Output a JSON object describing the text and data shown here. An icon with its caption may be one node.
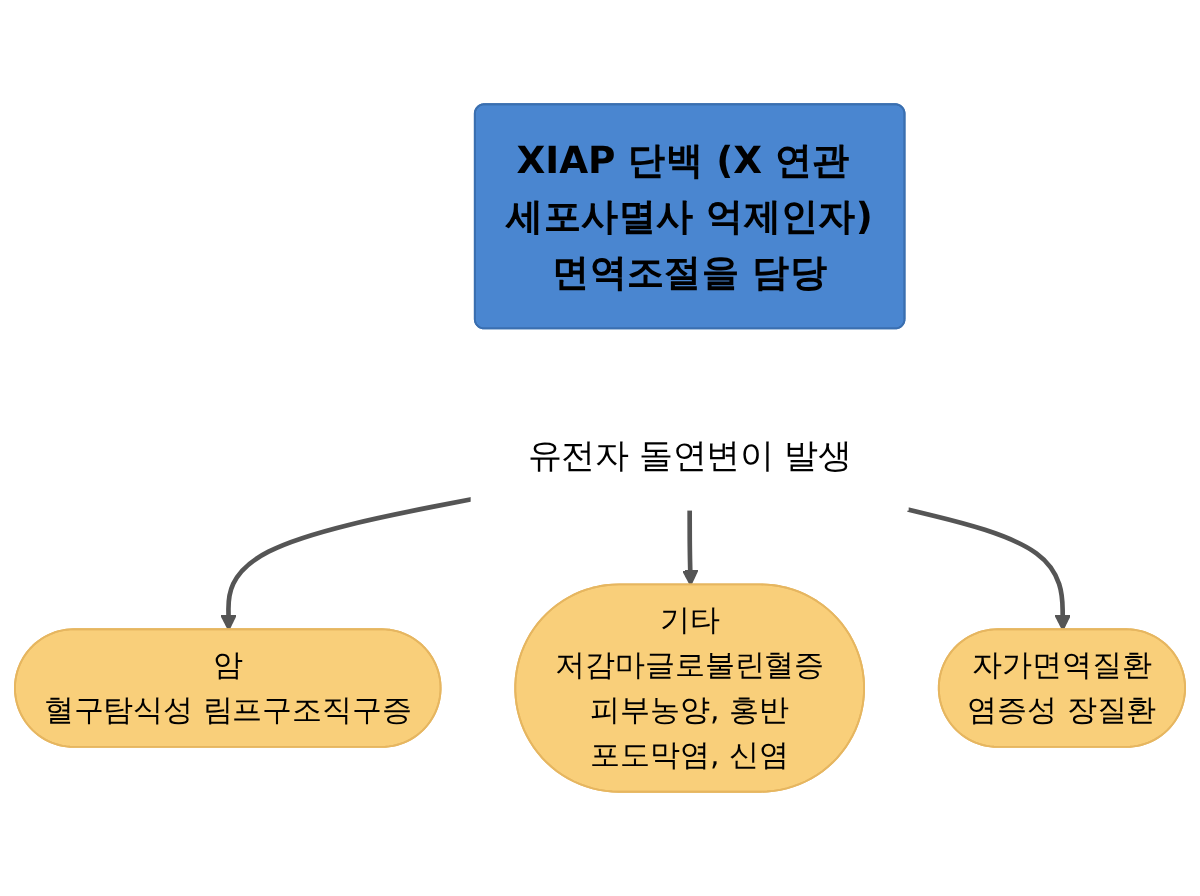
{
  "diagram": {
    "nodes": [
      {
        "text": [
          "XIAP 단백 (X 연관 세포사멸사 억제인자)",
          "면역조절을 담당"
        ]
      },
      {
        "text": [
          "유전자 돌연변이 발생"
        ]
      },
      {
        "text": [
          "암",
          "혈구탐식성 림프구조직구증"
        ]
      },
      {
        "text": [
          "자가면역질환",
          "염증성 장질환"
        ]
      },
      {
        "text": [
          "기타",
          "저감마글로불린혈증",
          "피부농양, 홍반",
          "포도막염, 신염"
        ]
      }
    ],
    "edges": [
      {
        "from": 1,
        "to": 2,
        "arrow": "to"
      },
      {
        "from": 1,
        "to": 4,
        "arrow": "to"
      },
      {
        "from": 1,
        "to": 3,
        "arrow": "to"
      }
    ]
  }
}
